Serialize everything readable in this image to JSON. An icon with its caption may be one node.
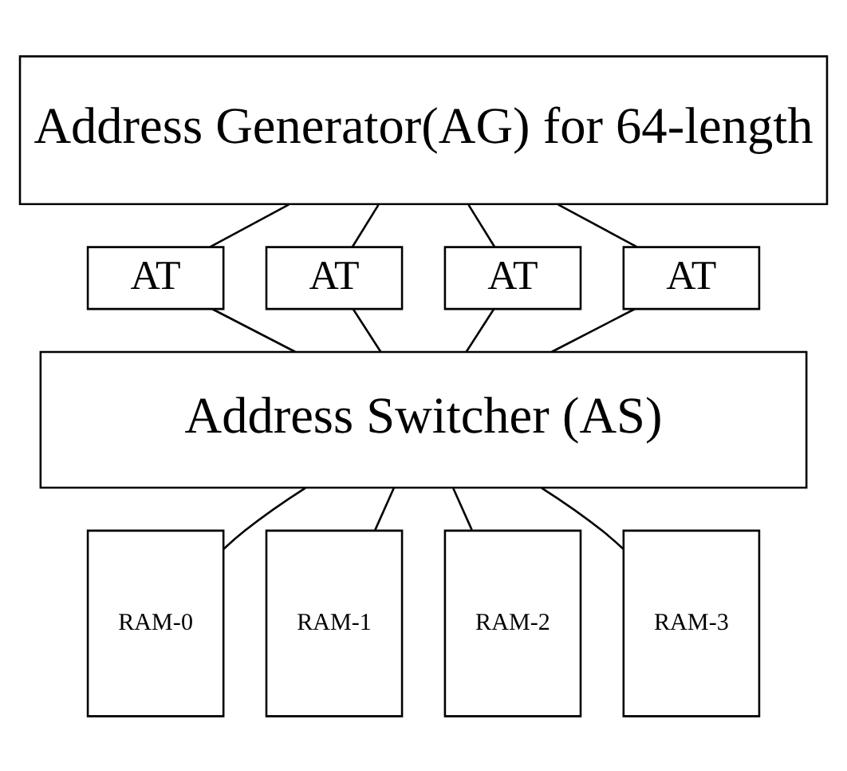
{
  "diagram": {
    "nodes": [
      {
        "text": [
          "Address Generator(AG) for 64-length"
        ]
      },
      {
        "text": [
          "AT"
        ]
      },
      {
        "text": [
          "AT"
        ]
      },
      {
        "text": [
          "AT"
        ]
      },
      {
        "text": [
          "AT"
        ]
      },
      {
        "text": [
          "Address Switcher (AS)"
        ]
      },
      {
        "text": [
          "RAM-0"
        ]
      },
      {
        "text": [
          "RAM-1"
        ]
      },
      {
        "text": [
          "RAM-2"
        ]
      },
      {
        "text": [
          "RAM-3"
        ]
      }
    ],
    "edges": [
      {
        "from": 0,
        "to": 1,
        "arrow": "none"
      },
      {
        "from": 0,
        "to": 2,
        "arrow": "none"
      },
      {
        "from": 0,
        "to": 3,
        "arrow": "none"
      },
      {
        "from": 0,
        "to": 4,
        "arrow": "none"
      },
      {
        "from": 1,
        "to": 5,
        "arrow": "none"
      },
      {
        "from": 2,
        "to": 5,
        "arrow": "none"
      },
      {
        "from": 3,
        "to": 5,
        "arrow": "none"
      },
      {
        "from": 4,
        "to": 5,
        "arrow": "none"
      },
      {
        "from": 5,
        "to": 6,
        "arrow": "none"
      },
      {
        "from": 5,
        "to": 7,
        "arrow": "none"
      },
      {
        "from": 5,
        "to": 8,
        "arrow": "none"
      },
      {
        "from": 5,
        "to": 9,
        "arrow": "none"
      }
    ]
  }
}
